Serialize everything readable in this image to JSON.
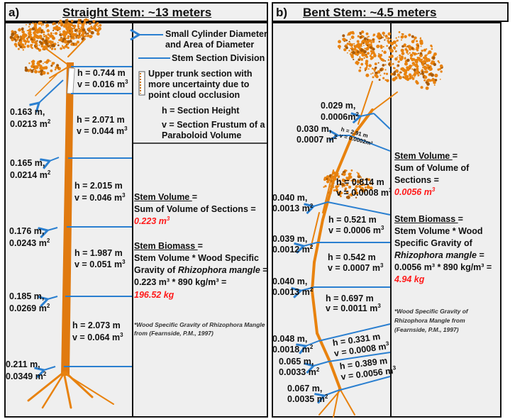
{
  "panel_a": {
    "label": "a)",
    "title": "Straight  Stem: ~13 meters",
    "legend": {
      "arrow_desc_1": "Small Cylinder Diameter",
      "arrow_desc_2": "and Area of Diameter",
      "line_desc": "Stem Section Division",
      "uncertain_1": "Upper trunk section with",
      "uncertain_2": "more uncertainty due to",
      "uncertain_3": "point cloud occlusion",
      "h_def": "h = Section Height",
      "v_def_1": "v = Section Frustum of a",
      "v_def_2": "Paraboloid Volume"
    },
    "sections": [
      {
        "h": "h = 0.744 m",
        "v": "v = 0.016 m"
      },
      {
        "h": "h = 2.071 m",
        "v": "v = 0.044 m"
      },
      {
        "h": "h = 2.015 m",
        "v": "v = 0.046 m"
      },
      {
        "h": "h = 1.987 m",
        "v": "v = 0.051 m"
      },
      {
        "h": "h = 2.073 m",
        "v": "v = 0.064 m"
      }
    ],
    "diameters": [
      {
        "d": "0.163 m,",
        "a": "0.0213 m"
      },
      {
        "d": "0.165 m,",
        "a": "0.0214 m"
      },
      {
        "d": "0.176 m,",
        "a": "0.0243 m"
      },
      {
        "d": "0.185 m,",
        "a": "0.0269 m"
      },
      {
        "d": "0.211 m,",
        "a": "0.0349 m"
      }
    ],
    "volume_heading": "Stem Volume ",
    "volume_eq": "=",
    "volume_line": "Sum of Volume of Sections =",
    "volume_value": "0.223 m",
    "biomass_heading": "Stem Biomass ",
    "biomass_eq": "=",
    "biomass_line_1": "Stem Volume * Wood Specific",
    "biomass_line_2a": "Gravity of ",
    "biomass_species": "Rhizophora mangle",
    "biomass_line_2b": " =",
    "biomass_line_3": "0.223 m³ * 890 kg/m³ =",
    "biomass_value": "196.52 kg",
    "footnote_1": "*Wood Specific Gravity of Rhizophora Mangle",
    "footnote_2": "from (Fearnside, P.M., 1997)"
  },
  "panel_b": {
    "label": "b)",
    "title": "Bent Stem: ~4.5 meters",
    "sections": [
      {
        "h": "h = 2.91 m",
        "v": "v = 0.0002m³"
      },
      {
        "h": "h = 0.814 m",
        "v": "v = 0.0008 m"
      },
      {
        "h": "h = 0.521 m",
        "v": "v = 0.0006 m"
      },
      {
        "h": "h = 0.542 m",
        "v": "v = 0.0007 m"
      },
      {
        "h": "h = 0.697 m",
        "v": "v = 0.0011 m"
      },
      {
        "h": "h = 0.331 m",
        "v": "v = 0.0008 m"
      },
      {
        "h": "h = 0.389 m",
        "v": "v = 0.0056 m"
      }
    ],
    "diameters": [
      {
        "d": "0.029 m,",
        "a": "0.0006m"
      },
      {
        "d": "0.030 m,",
        "a": "0.0007 m"
      },
      {
        "d": "0.040 m,",
        "a": "0.0013 m"
      },
      {
        "d": "0.039 m,",
        "a": "0.0012 m"
      },
      {
        "d": "0.040 m,",
        "a": "0.0013 m"
      },
      {
        "d": "0.048 m,",
        "a": "0.0018 m"
      },
      {
        "d": "0.065 m,",
        "a": "0.0033 m"
      },
      {
        "d": "0.067 m,",
        "a": "0.0035 m"
      }
    ],
    "volume_heading": "Stem Volume ",
    "volume_eq": "=",
    "volume_line_1": "Sum of Volume of",
    "volume_line_2": "Sections =",
    "volume_value": "0.0056 m",
    "biomass_heading": "Stem Biomass ",
    "biomass_eq": "=",
    "biomass_line_1": "Stem Volume * Wood",
    "biomass_line_2": "Specific Gravity of",
    "biomass_species": "Rhizophora mangle",
    "biomass_line_3b": " =",
    "biomass_line_4": "0.0056 m³ * 890 kg/m³ =",
    "biomass_value": "4.94 kg",
    "footnote_1": "*Wood Specific Gravity of",
    "footnote_2": "Rhizophora Mangle from",
    "footnote_3": " (Fearnside, P.M., 1997)"
  },
  "superscripts": {
    "area": "2",
    "volume": "3"
  },
  "colors": {
    "arrow": "#2a7fd0",
    "highlight": "#ff1a1a",
    "point_cloud": "#e8820e",
    "panel_bg": "#efefef"
  }
}
